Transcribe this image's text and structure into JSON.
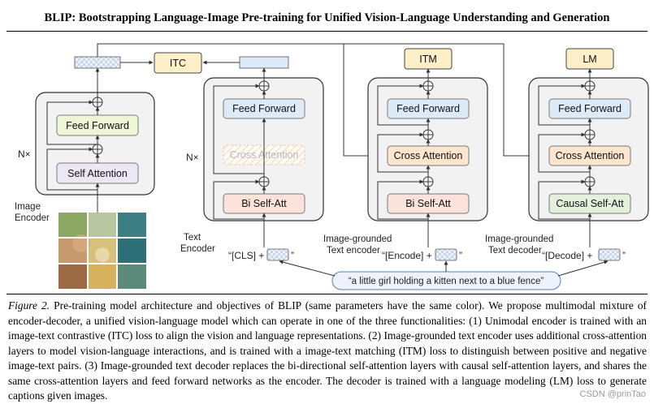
{
  "figure": {
    "title": "BLIP: Bootstrapping Language-Image Pre-training for Unified Vision-Language Understanding and Generation"
  },
  "image_encoder": {
    "label_line1": "Image",
    "label_line2": "Encoder",
    "repeat": "N×",
    "feed_forward": "Feed Forward",
    "self_attention": "Self Attention"
  },
  "text_encoder": {
    "label_line1": "Text",
    "label_line2": "Encoder",
    "repeat": "N×",
    "feed_forward": "Feed Forward",
    "cross_attention": "Cross Attention",
    "bi_self_att": "Bi Self-Att",
    "input_token": "“[CLS] +",
    "close_quote": "”"
  },
  "grounded_encoder": {
    "label_line1": "Image-grounded",
    "label_line2": "Text encoder",
    "feed_forward": "Feed Forward",
    "cross_attention": "Cross Attention",
    "bi_self_att": "Bi Self-Att",
    "input_token": "“[Encode] +",
    "close_quote": "”"
  },
  "grounded_decoder": {
    "label_line1": "Image-grounded",
    "label_line2": "Text decoder",
    "feed_forward": "Feed Forward",
    "cross_attention": "Cross Attention",
    "causal_self_att": "Causal Self-Att",
    "input_token": "“[Decode] +",
    "close_quote": "”"
  },
  "losses": {
    "itc": "ITC",
    "itm": "ITM",
    "lm": "LM"
  },
  "text_input": "“a little girl holding a kitten next to a blue fence”",
  "caption": {
    "lead": "Figure 2.",
    "body": " Pre-training model architecture and objectives of BLIP (same parameters have the same color). We propose multimodal mixture of encoder-decoder, a unified vision-language model which can operate in one of the three functionalities: (1) Unimodal encoder is trained with an image-text contrastive (ITC) loss to align the vision and language representations. (2) Image-grounded text encoder uses additional cross-attention layers to model vision-language interactions, and is trained with a image-text matching (ITM) loss to distinguish between positive and negative image-text pairs. (3) Image-grounded text decoder replaces the bi-directional self-attention layers with causal self-attention layers, and shares the same cross-attention layers and feed forward networks as the encoder. The decoder is trained with a language modeling (LM) loss to generate captions given images."
  },
  "watermark": "CSDN @prinTao",
  "colors": {
    "feed_forward": "#dcebf7",
    "self_attention": "#ede6f5",
    "feed_forward_img": "#eef6d6",
    "cross_attention": "#fde5cf",
    "bi_self_att": "#fbe2da",
    "causal_self_att": "#e3f0dc",
    "loss_box": "#fdf0c8"
  }
}
